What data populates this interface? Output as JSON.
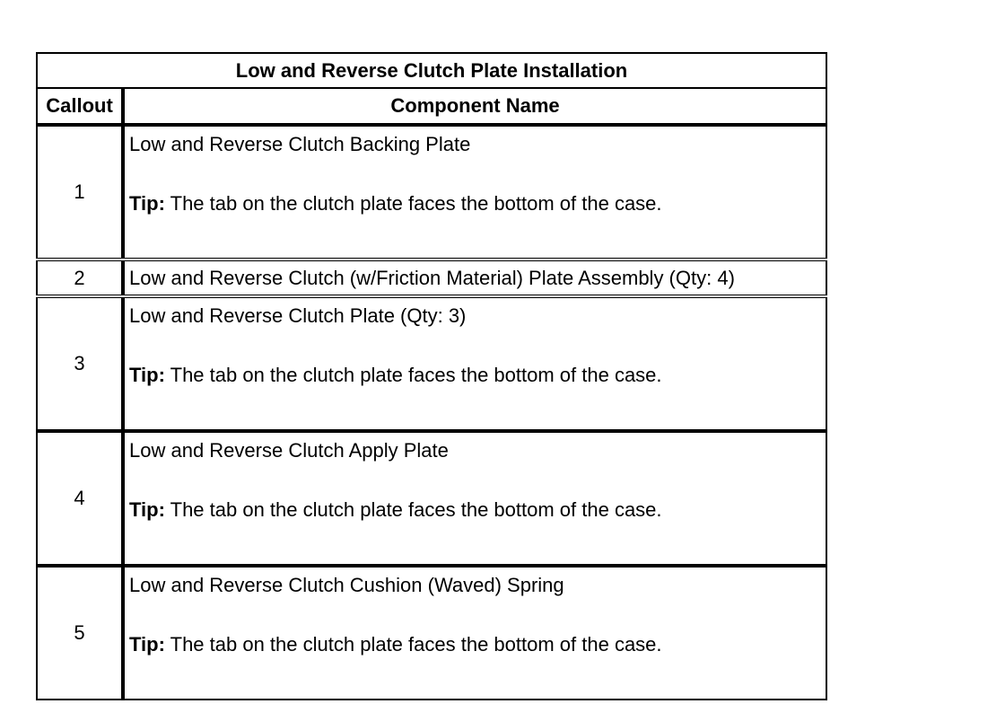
{
  "table": {
    "title": "Low and Reverse Clutch Plate Installation",
    "headers": {
      "callout": "Callout",
      "component": "Component Name"
    },
    "rows": [
      {
        "callout": "1",
        "name": "Low and Reverse Clutch Backing Plate",
        "tip_label": "Tip:",
        "tip_text": " The tab on the clutch plate faces the bottom of the case."
      },
      {
        "callout": "2",
        "name": "Low and Reverse Clutch (w/Friction Material) Plate Assembly (Qty: 4)"
      },
      {
        "callout": "3",
        "name": "Low and Reverse Clutch Plate (Qty: 3)",
        "tip_label": "Tip:",
        "tip_text": " The tab on the clutch plate faces the bottom of the case."
      },
      {
        "callout": "4",
        "name": "Low and Reverse Clutch Apply Plate",
        "tip_label": "Tip:",
        "tip_text": " The tab on the clutch plate faces the bottom of the case."
      },
      {
        "callout": "5",
        "name": "Low and Reverse Clutch Cushion (Waved) Spring",
        "tip_label": "Tip:",
        "tip_text": " The tab on the clutch plate faces the bottom of the case."
      }
    ]
  }
}
